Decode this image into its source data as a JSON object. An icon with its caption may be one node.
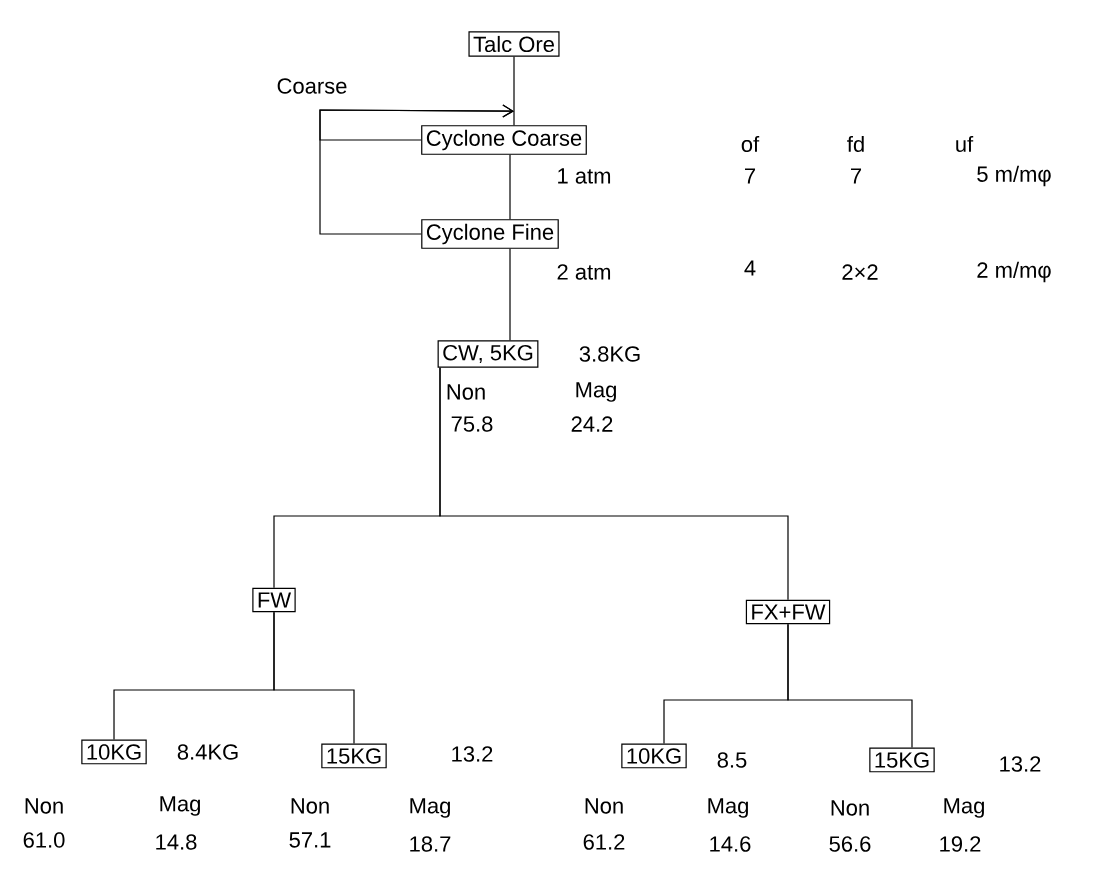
{
  "diagram": {
    "nodes": [
      {
        "text": [
          "Talc Ore"
        ]
      },
      {
        "text": [
          "Cyclone Coarse"
        ]
      },
      {
        "text": [
          "Cyclone Fine"
        ]
      },
      {
        "text": [
          "CW, 5KG"
        ],
        "beside": [
          "3.8KG"
        ]
      },
      {
        "text": [
          "FW"
        ]
      },
      {
        "text": [
          "FX+FW"
        ]
      },
      {
        "text": [
          "10KG"
        ],
        "beside": [
          "8.4KG"
        ]
      },
      {
        "text": [
          "15KG"
        ],
        "beside": [
          "13.2"
        ]
      },
      {
        "text": [
          "10KG"
        ],
        "beside": [
          "8.5"
        ]
      },
      {
        "text": [
          "15KG"
        ],
        "beside": [
          "13.2"
        ]
      }
    ],
    "edges": [
      {
        "from": 0,
        "to": 1,
        "arrow": "none"
      },
      {
        "from": 1,
        "to": 2,
        "arrow": "none"
      },
      {
        "from": 2,
        "to": 3,
        "arrow": "none"
      },
      {
        "from": 1,
        "to": 1,
        "arrow": "to"
      },
      {
        "from": 2,
        "to": 1,
        "arrow": "to",
        "label": "Coarse"
      },
      {
        "from": 3,
        "to": 4,
        "arrow": "none"
      },
      {
        "from": 3,
        "to": 5,
        "arrow": "none"
      },
      {
        "from": 4,
        "to": 6,
        "arrow": "none"
      },
      {
        "from": 4,
        "to": 7,
        "arrow": "none"
      },
      {
        "from": 5,
        "to": 8,
        "arrow": "none"
      },
      {
        "from": 5,
        "to": 9,
        "arrow": "none"
      }
    ],
    "labels": [
      "of",
      "fd",
      "uf",
      "1 atm",
      "7",
      "7",
      "5 m/mφ",
      "2 atm",
      "4",
      "2×2",
      "2 m/mφ",
      "Non",
      "Mag",
      "75.8",
      "24.2",
      "Non",
      "Mag",
      "Non",
      "Mag",
      "Non",
      "Mag",
      "Non",
      "Mag",
      "61.0",
      "14.8",
      "57.1",
      "18.7",
      "61.2",
      "14.6",
      "56.6",
      "19.2"
    ]
  }
}
